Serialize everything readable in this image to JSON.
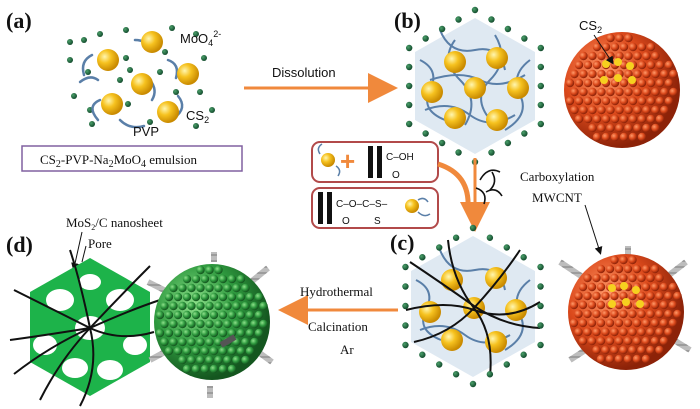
{
  "panels": {
    "a": "(a)",
    "b": "(b)",
    "c": "(c)",
    "d": "(d)"
  },
  "labels": {
    "moo4": "MoO",
    "moo4_sub": "4",
    "moo4_sup": "2-",
    "cs2": "CS",
    "cs2_sub": "2",
    "pvp": "PVP",
    "emulsion_cs": "CS",
    "emulsion_2": "2",
    "emulsion_pvp": "-PVP-Na",
    "emulsion_2b": "2",
    "emulsion_moo": "MoO",
    "emulsion_4": "4",
    "emulsion_word": " emulsion",
    "dissolution": "Dissolution",
    "cs2_b": "CS",
    "cs2_b_sub": "2",
    "carboxylation": "Carboxylation",
    "mwcnt": "MWCNT",
    "hydrothermal": "Hydrothermal",
    "calcination": "Calcination",
    "ar": "Ar",
    "mos2": "MoS",
    "mos2_sub": "2",
    "mos2_rest": "/C nanosheet",
    "pore": "Pore",
    "cooh": "C–OH",
    "cooh_o": "O",
    "ester": "C–O–C–S–",
    "ester_o": "O",
    "ester_s": "S"
  },
  "colors": {
    "gold": "#f2b416",
    "green_dot": "#1f6b3a",
    "polymer": "#5a7fa8",
    "orange": "#f0893c",
    "red_sphere": "#d9471e",
    "green_sheet": "#1db34a",
    "green_sphere": "#2e8b3e",
    "box_border": "#b24a4a",
    "purple_border": "#8060a0"
  }
}
